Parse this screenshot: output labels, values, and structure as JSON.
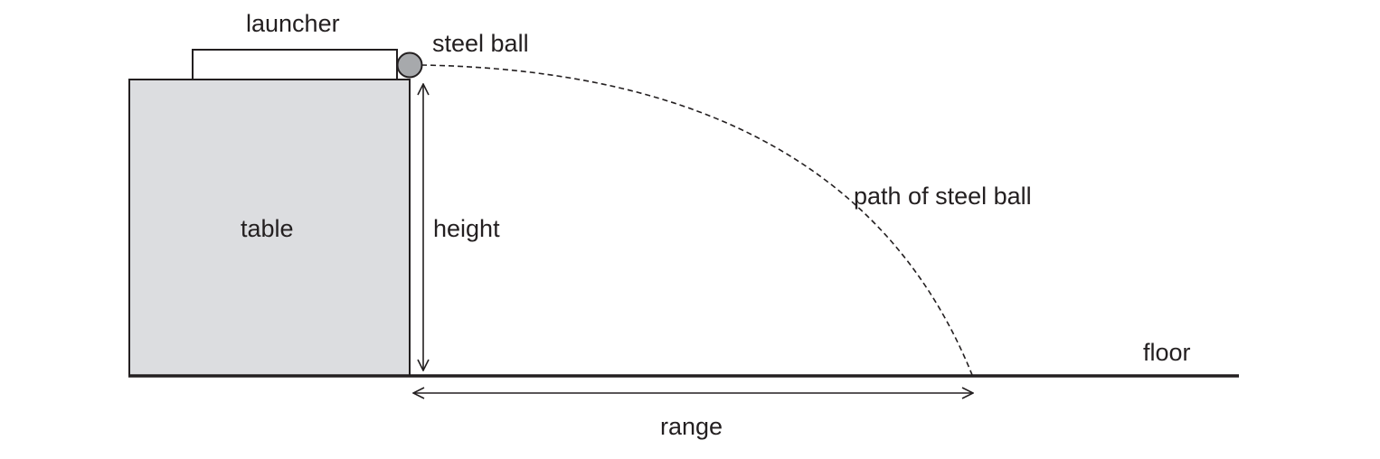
{
  "labels": {
    "launcher": "launcher",
    "steel_ball": "steel ball",
    "table": "table",
    "height": "height",
    "path": "path of steel ball",
    "floor": "floor",
    "range": "range"
  },
  "colors": {
    "stroke": "#231f20",
    "table_fill": "#dcdde0",
    "ball_fill": "#a7a9ac",
    "launcher_fill": "#ffffff"
  }
}
